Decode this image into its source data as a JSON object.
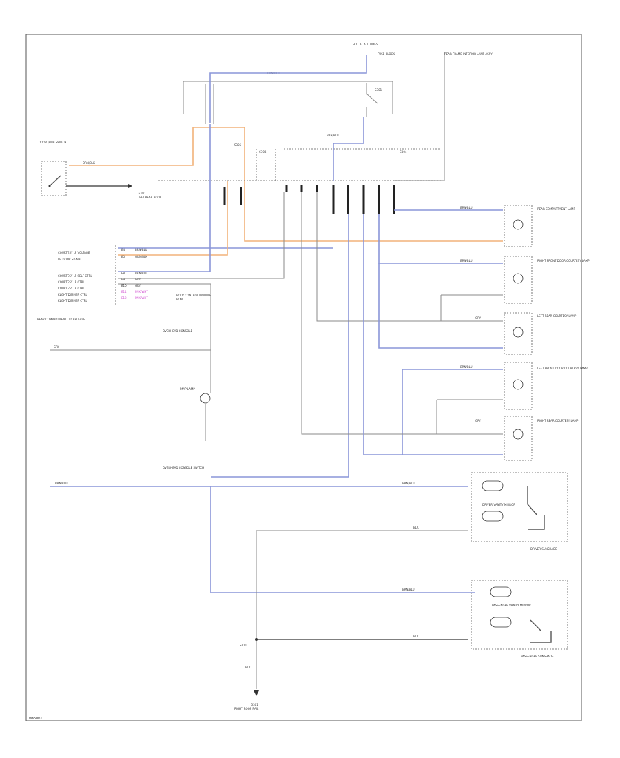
{
  "diagram": {
    "page_code": "W65083"
  },
  "colors": {
    "blue_wire": "#8a96d8",
    "orange_wire": "#f2b27a",
    "gray_wire": "#8a8a8a",
    "pink_label": "#d050d0"
  },
  "top": {
    "fuse_box_label": "HOT AT ALL TIMES",
    "fuse_label": "FUSE BLOCK",
    "splice_top": "S301",
    "right_box_label": "REAR FRAME INTERIOR LAMP ASSY",
    "wire_blue_top": "BRN/BLU"
  },
  "left_switch": {
    "label": "DOOR JAMB SWITCH",
    "ground_label": "G300",
    "ground_desc": "LEFT REAR BODY",
    "wire_orange": "ORN/BLK"
  },
  "connector": {
    "label_left": "C303",
    "label_right": "C304",
    "wire_label": "BRN/BLU",
    "splice": "S305"
  },
  "module_pins": [
    {
      "pin": "E4",
      "wire": "BRN/BLU",
      "label": "COURTESY LP VOLTAGE"
    },
    {
      "pin": "E5",
      "wire": "ORN/BLK",
      "label": "LH DOOR SIGNAL"
    },
    {
      "pin": "E8",
      "wire": "BRN/BLU",
      "label": "COURTESY LP SELF CTRL"
    },
    {
      "pin": "E9",
      "wire": "GRY",
      "label": "COURTESY LP CTRL"
    },
    {
      "pin": "E10",
      "wire": "GRY",
      "label": "COURTESY LP CTRL"
    },
    {
      "pin": "E11",
      "wire": "PNK/WHT",
      "label": "KLGHT DIMMER CTRL"
    },
    {
      "pin": "E12",
      "wire": "PNK/WHT",
      "label": "KLGHT DIMMER CTRL"
    }
  ],
  "module": {
    "label": "BODY CONTROL MODULE",
    "sub_label": "BCM",
    "rear_label": "REAR COMPARTMENT LID RELEASE"
  },
  "mid_left": {
    "map_lamp_switch": "OVERHEAD CONSOLE",
    "lamp_label": "MAP LAMP",
    "wire_gray": "GRY",
    "wire_blue_left": "BRN/BLU",
    "switch2": "OVERHEAD CONSOLE SWITCH"
  },
  "lamps": [
    {
      "label": "REAR COMPARTMENT LAMP",
      "wire": "BRN/BLU"
    },
    {
      "label": "RIGHT FRONT DOOR COURTESY LAMP",
      "wire": "BRN/BLU"
    },
    {
      "label": "LEFT REAR COURTESY LAMP",
      "wire": "GRY"
    },
    {
      "label": "LEFT FRONT DOOR COURTESY LAMP",
      "wire": "BRN/BLU"
    },
    {
      "label": "RIGHT REAR COURTESY LAMP",
      "wire": "GRY"
    }
  ],
  "driver_vanity": {
    "label": "DRIVER VANITY MIRROR",
    "box_label": "DRIVER SUNSHADE",
    "wire1": "BRN/BLU",
    "wire2": "BLK"
  },
  "passenger_vanity": {
    "label": "PASSENGER VANITY MIRROR",
    "box_label": "PASSENGER SUNSHADE",
    "wire1": "BRN/BLU",
    "wire2": "BLK"
  },
  "ground": {
    "splice": "S311",
    "wire": "BLK",
    "label": "G301",
    "desc": "RIGHT ROOF RAIL"
  }
}
